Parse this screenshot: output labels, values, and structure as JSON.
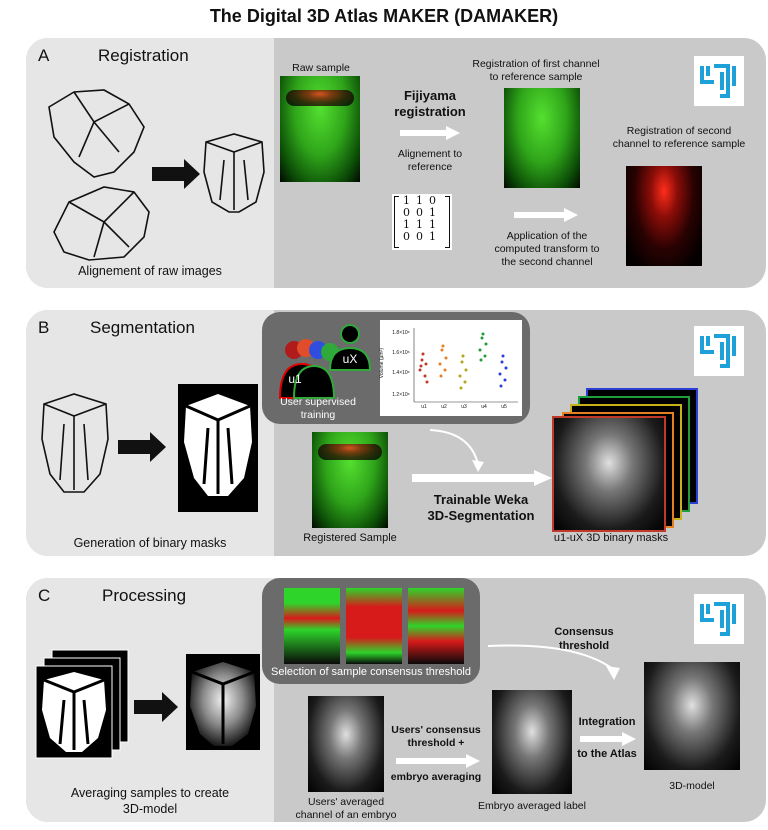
{
  "title": "The Digital 3D Atlas MAKER (DAMAKER)",
  "colors": {
    "panel": "#c9c9c9",
    "left_panel": "#e6e6e6",
    "inset": "#6b6b6b",
    "logo_blue": "#1ea0d8"
  },
  "panel_a": {
    "letter": "A",
    "heading": "Registration",
    "left_caption": "Alignement of raw images",
    "raw_sample": "Raw sample",
    "fijiyama_line1": "Fijiyama",
    "fijiyama_line2": "registration",
    "align_line1": "Alignement to",
    "align_line2": "reference",
    "first_channel_line1": "Registration of first channel",
    "first_channel_line2": "to reference sample",
    "second_channel_line1": "Registration of second",
    "second_channel_line2": "channel to reference sample",
    "apply_line1": "Application of the",
    "apply_line2": "computed transform to",
    "apply_line3": "the second channel",
    "matrix": [
      [
        "1",
        "1",
        "0"
      ],
      [
        "0",
        "0",
        "1"
      ],
      [
        "1",
        "1",
        "1"
      ],
      [
        "0",
        "0",
        "1"
      ]
    ]
  },
  "panel_b": {
    "letter": "B",
    "heading": "Segmentation",
    "left_caption": "Generation of binary masks",
    "user_u1": "u1",
    "user_ux": "uX",
    "training_line1": "User supervised",
    "training_line2": "training",
    "registered": "Registered Sample",
    "weka_line1": "Trainable Weka",
    "weka_line2": "3D-Segmentation",
    "masks": "u1-uX 3D binary masks",
    "plot": {
      "ylabel": "Volume (µm³)",
      "yticks": [
        "1.8×10⁶",
        "1.6×10⁶",
        "1.4×10⁶",
        "1.2×10⁶"
      ],
      "xticks": [
        "u1",
        "u2",
        "u3",
        "u4",
        "u5"
      ]
    }
  },
  "panel_c": {
    "letter": "C",
    "heading": "Processing",
    "left_caption_line1": "Averaging samples to create",
    "left_caption_line2": "3D-model",
    "threshold_selection": "Selection of sample consensus threshold",
    "consensus_line1": "Consensus",
    "consensus_line2": "threshold",
    "users_avg_line1": "Users' averaged",
    "users_avg_line2": "channel of an embryo",
    "users_consensus_line1": "Users' consensus",
    "users_consensus_line2": "threshold +",
    "users_consensus_line3": "embryo averaging",
    "embryo_label": "Embryo averaged label",
    "integration_line1": "Integration",
    "integration_line2": "to the Atlas",
    "model": "3D-model"
  }
}
